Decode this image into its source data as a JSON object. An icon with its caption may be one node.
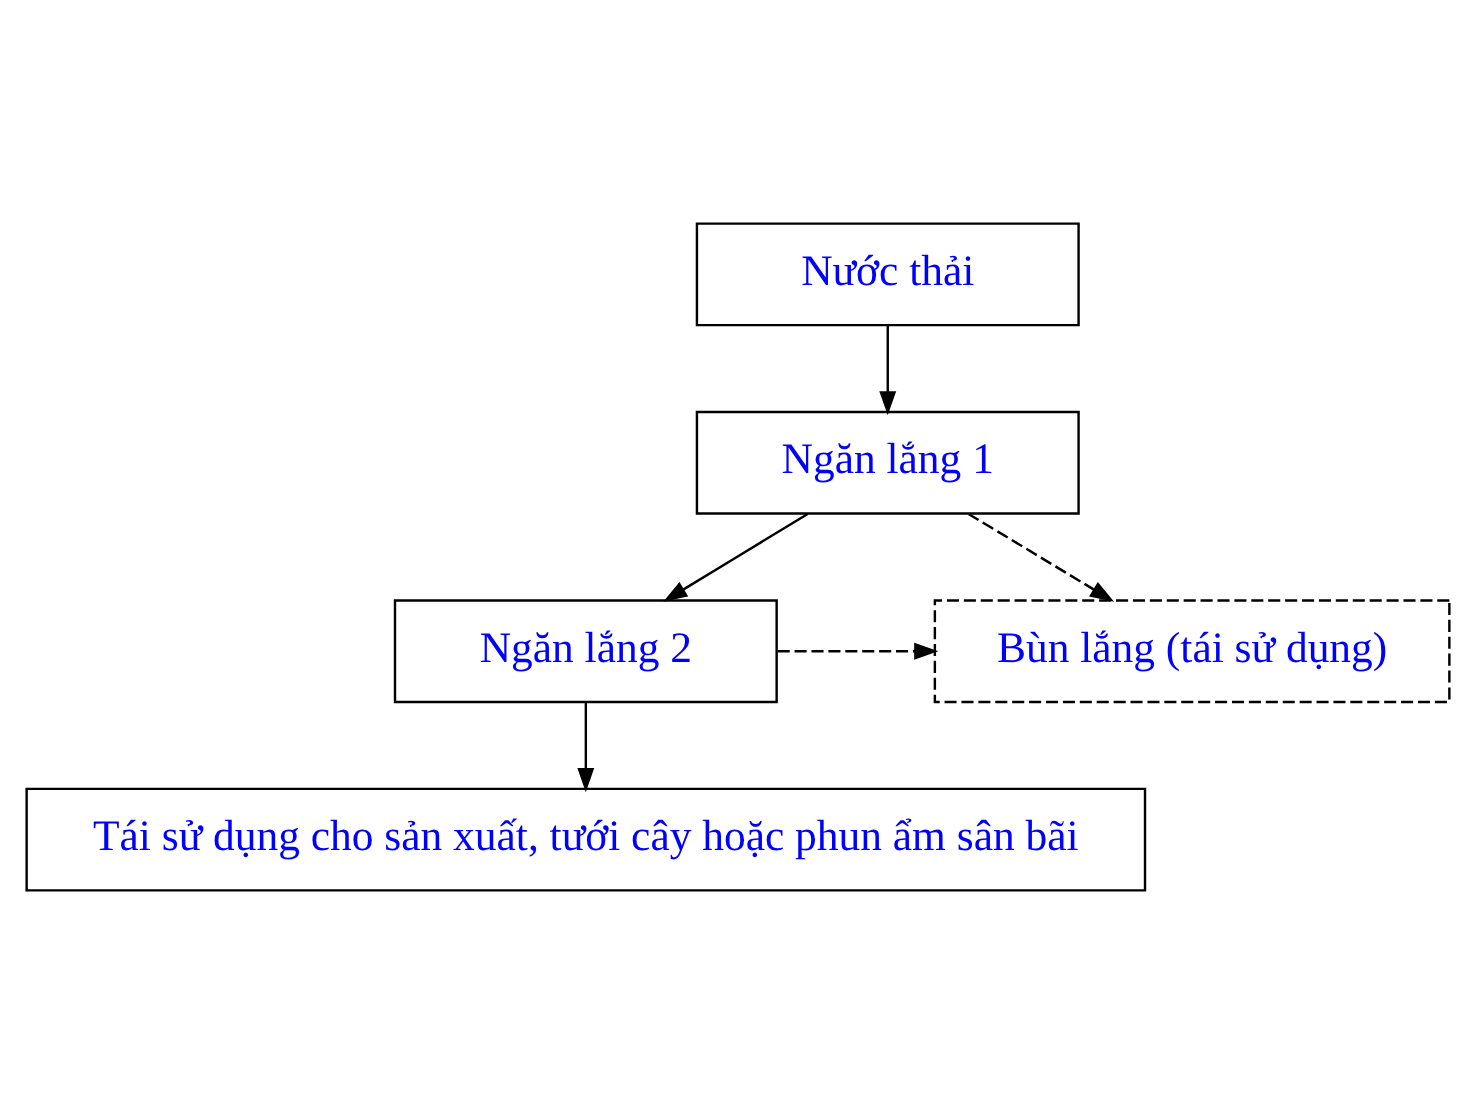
{
  "diagram": {
    "nodes": [
      {
        "text": [
          "Nước thải"
        ]
      },
      {
        "text": [
          "Ngăn lắng 1"
        ]
      },
      {
        "text": [
          "Ngăn lắng 2"
        ]
      },
      {
        "text": [
          "Bùn lắng (tái sử dụng)"
        ]
      },
      {
        "text": [
          "Tái sử dụng cho sản xuất, tưới cây hoặc phun ẩm sân bãi"
        ]
      }
    ],
    "edges": [
      {
        "from": 0,
        "to": 1,
        "arrow": "to"
      },
      {
        "from": 1,
        "to": 2,
        "arrow": "to"
      },
      {
        "from": 2,
        "to": 4,
        "arrow": "to"
      },
      {
        "from": 1,
        "to": 3,
        "arrow": "to",
        "style": "dashed"
      },
      {
        "from": 2,
        "to": 3,
        "arrow": "to",
        "style": "dashed"
      }
    ]
  }
}
